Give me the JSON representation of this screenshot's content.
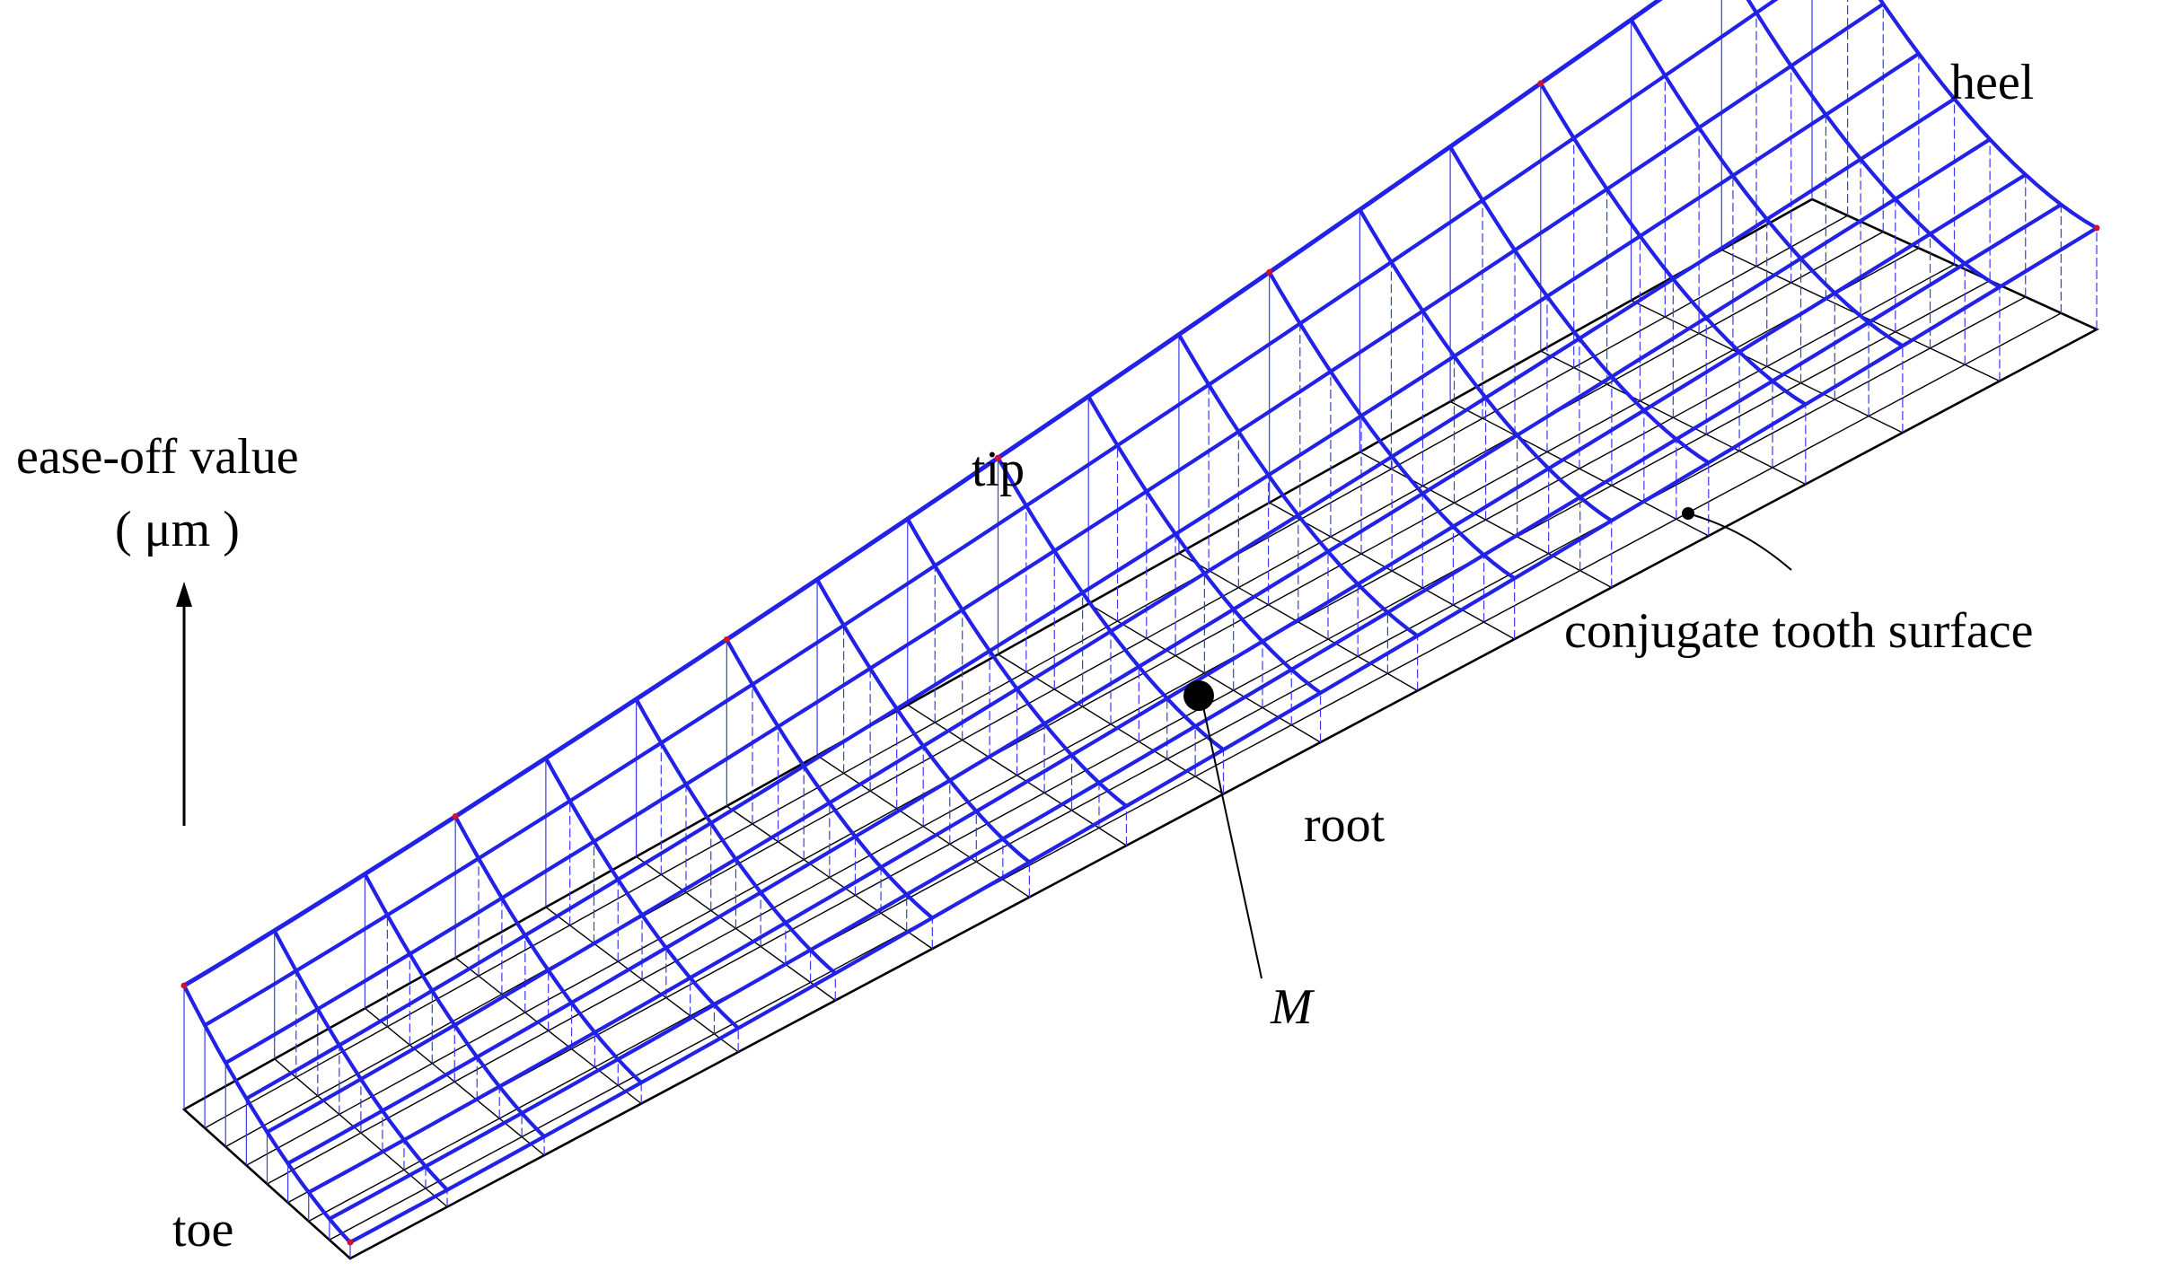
{
  "figure": {
    "labels": {
      "axis_title": "ease-off value",
      "axis_unit": "( μm )",
      "tip": "tip",
      "root": "root",
      "toe": "toe",
      "heel": "heel",
      "surface": "conjugate tooth surface",
      "point": "M"
    },
    "colors": {
      "ease_off_mesh": "#2222e6",
      "vertical_drop": "#3b3bf0",
      "base_grid": "#000000",
      "corner_marker": "#d01030",
      "background": "#ffffff"
    },
    "mesh": {
      "profile_lines": 8,
      "lengthwise_lines": 18
    }
  }
}
